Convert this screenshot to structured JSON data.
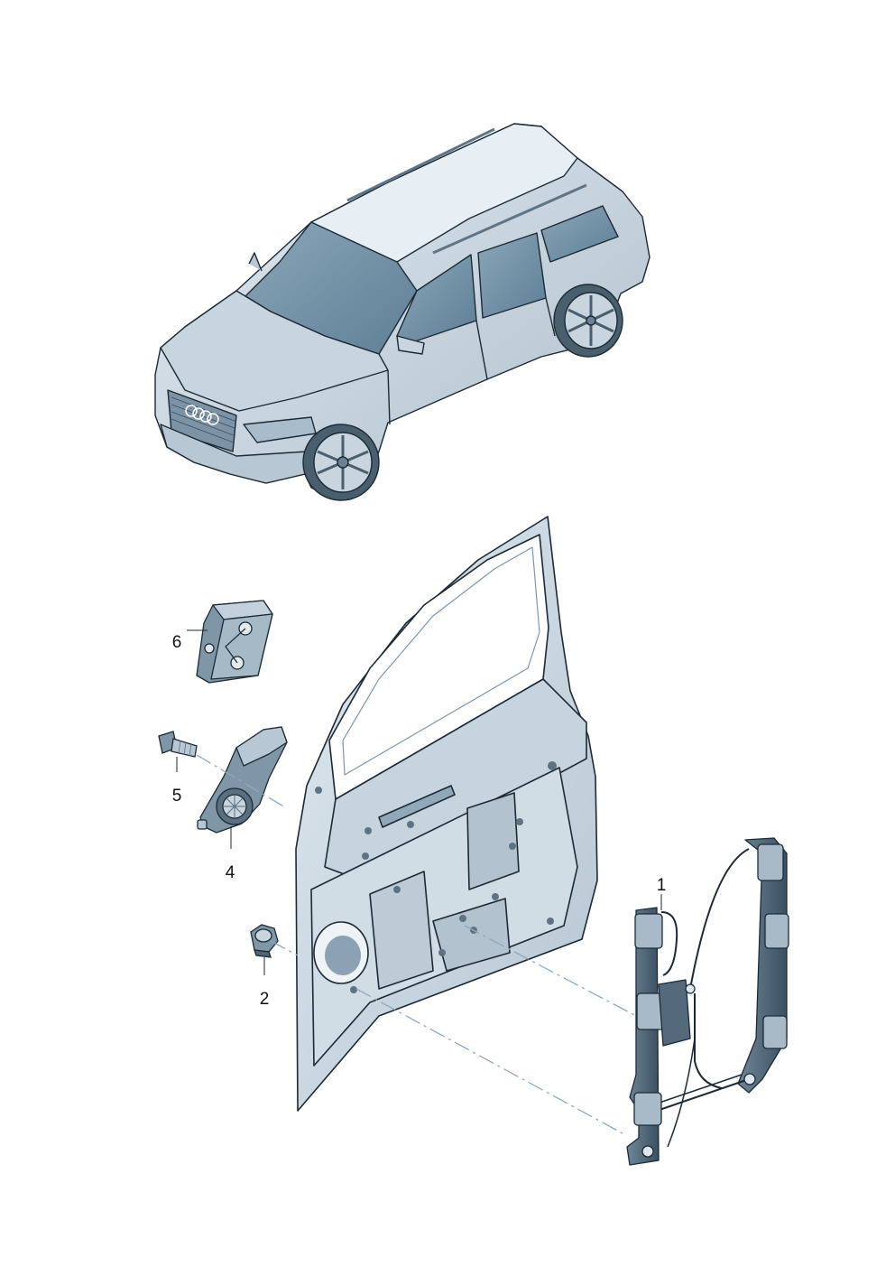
{
  "diagram": {
    "callouts": {
      "part1": "1",
      "part2": "2",
      "part4": "4",
      "part5": "5",
      "part6": "6"
    },
    "colors": {
      "outline": "#1c2a36",
      "body_light": "#d9e3ea",
      "body_mid": "#b9cad6",
      "body_dark": "#8aa2b4",
      "glass": "#6f8ea3",
      "hidden_line": "#8fa9c0"
    },
    "icons": [
      "vehicle-illustration",
      "door-shell",
      "window-regulator",
      "window-motor",
      "bolt",
      "nut",
      "bracket"
    ]
  }
}
